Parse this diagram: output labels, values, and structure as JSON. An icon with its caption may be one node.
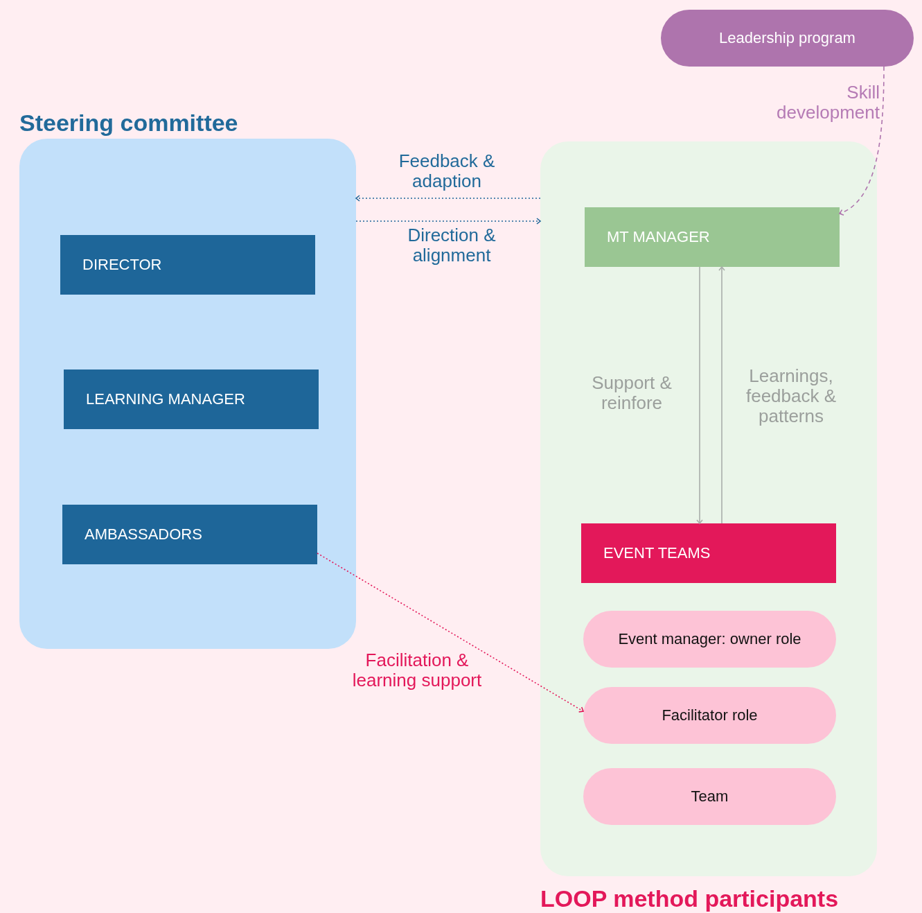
{
  "diagram": {
    "nodes": [
      {
        "text": [
          "Steering committee"
        ]
      },
      {
        "text": [
          "DIRECTOR"
        ],
        "in": 0
      },
      {
        "text": [
          "LEARNING MANAGER"
        ],
        "in": 0
      },
      {
        "text": [
          "AMBASSADORS"
        ],
        "in": 0
      },
      {
        "text": [
          "LOOP method participants"
        ]
      },
      {
        "text": [
          "MT MANAGER"
        ],
        "in": 4
      },
      {
        "text": [
          "EVENT TEAMS"
        ],
        "in": 4
      },
      {
        "text": [
          "Event manager: owner role"
        ],
        "in": 4
      },
      {
        "text": [
          "Facilitator role"
        ],
        "in": 4
      },
      {
        "text": [
          "Team"
        ],
        "in": 4
      },
      {
        "text": [
          "Leadership program"
        ]
      }
    ],
    "edges": [
      {
        "from": 4,
        "to": 0,
        "arrow": "to",
        "label": "Feedback & adaption",
        "style": "dashed",
        "color": "#1e6699"
      },
      {
        "from": 0,
        "to": 4,
        "arrow": "to",
        "label": "Direction & alignment",
        "style": "dashed",
        "color": "#1e6699"
      },
      {
        "from": 10,
        "to": 5,
        "arrow": "to",
        "label": "Skill development",
        "style": "dashed",
        "color": "#ae74ad"
      },
      {
        "from": 5,
        "to": 6,
        "arrow": "to",
        "label": "Support & reinfore",
        "color": "#a9aeaa"
      },
      {
        "from": 6,
        "to": 5,
        "arrow": "to",
        "label": "Learnings, feedback & patterns",
        "color": "#a9aeaa"
      },
      {
        "from": 3,
        "to": 8,
        "arrow": "to",
        "label": "Facilitation & learning support",
        "style": "dashed",
        "color": "#e3185a"
      }
    ]
  }
}
